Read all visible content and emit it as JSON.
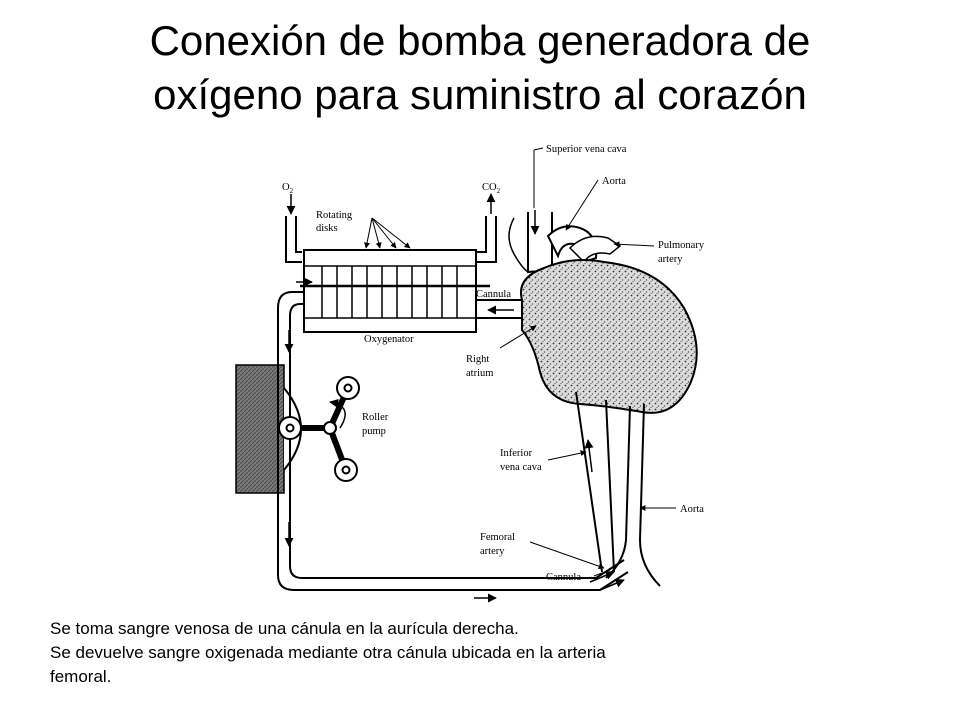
{
  "slide": {
    "title_line1": "Conexión de bomba generadora de",
    "title_line2": "oxígeno para suministro al corazón"
  },
  "diagram": {
    "labels": {
      "superior_vena_cava": "Superior vena cava",
      "aorta_top": "Aorta",
      "pulmonary_line1": "Pulmonary",
      "pulmonary_line2": "artery",
      "o2": "O",
      "o2_sub": "2",
      "co2": "CO",
      "co2_sub": "2",
      "rotating_line1": "Rotating",
      "rotating_line2": "disks",
      "cannula_top": "Cannula",
      "oxygenator": "Oxygenator",
      "right_line1": "Right",
      "right_line2": "atrium",
      "roller_line1": "Roller",
      "roller_line2": "pump",
      "inferior_line1": "Inferior",
      "inferior_line2": "vena cava",
      "aorta_lower": "Aorta",
      "femoral_line1": "Femoral",
      "femoral_line2": "artery",
      "cannula_bottom": "Cannula"
    }
  },
  "caption": {
    "line1": "Se toma sangre venosa de una cánula en la aurícula derecha.",
    "line2": "Se devuelve sangre oxigenada mediante otra cánula ubicada en la arteria",
    "line3": "femoral."
  }
}
